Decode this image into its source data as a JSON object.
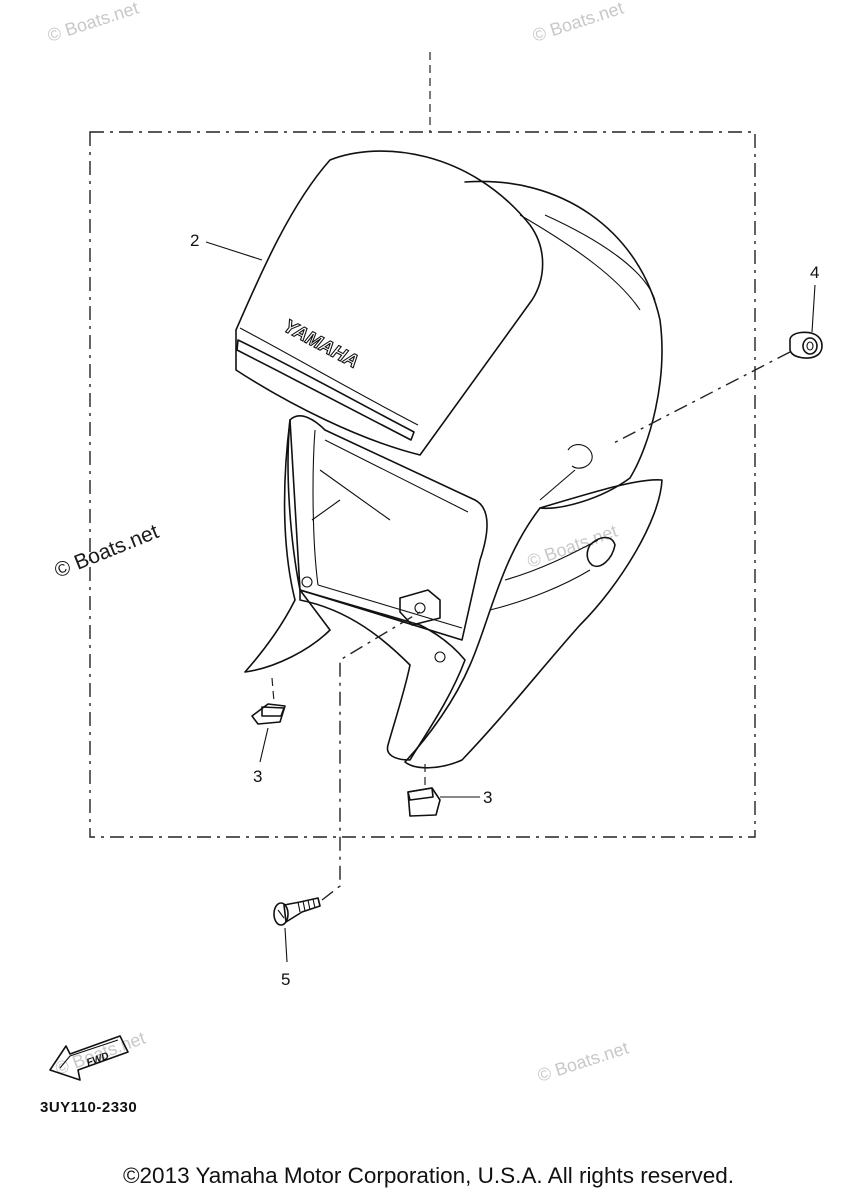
{
  "watermarks": {
    "top_left": "© Boats.net",
    "top_right": "© Boats.net",
    "middle_left": "© Boats.net",
    "middle_right": "© Boats.net",
    "bottom_left": "© Boats.net",
    "bottom_right": "© Boats.net"
  },
  "parts": {
    "windshield_brand": "YAMAHA",
    "callouts": [
      "2",
      "3",
      "3",
      "4",
      "5"
    ]
  },
  "fwd_badge": "FWD",
  "diagram_code": "3UY110-2330",
  "copyright": "©2013 Yamaha Motor Corporation, U.S.A. All rights reserved."
}
